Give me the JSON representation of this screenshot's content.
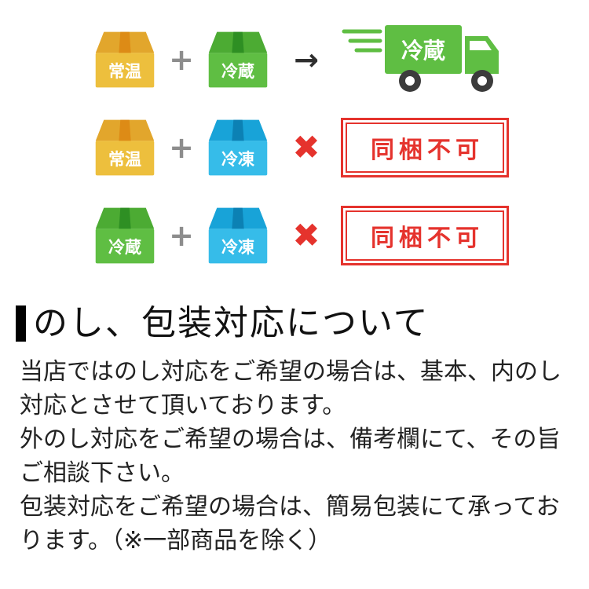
{
  "diagram": {
    "rows": [
      {
        "box1": {
          "label": "常温",
          "type": "room-temperature",
          "color": "#edbf3d"
        },
        "operator": "+",
        "box2": {
          "label": "冷蔵",
          "type": "refrigerated",
          "color": "#5fbe43"
        },
        "connector": "→",
        "result": {
          "kind": "truck",
          "label": "冷蔵"
        }
      },
      {
        "box1": {
          "label": "常温",
          "type": "room-temperature",
          "color": "#edbf3d"
        },
        "operator": "+",
        "box2": {
          "label": "冷凍",
          "type": "frozen",
          "color": "#36bce9"
        },
        "connector": "✖",
        "result": {
          "kind": "stamp",
          "label": "同梱不可"
        }
      },
      {
        "box1": {
          "label": "冷蔵",
          "type": "refrigerated",
          "color": "#5fbe43"
        },
        "operator": "+",
        "box2": {
          "label": "冷凍",
          "type": "frozen",
          "color": "#36bce9"
        },
        "connector": "✖",
        "result": {
          "kind": "stamp",
          "label": "同梱不可"
        }
      }
    ]
  },
  "section": {
    "title": "のし、包装対応について",
    "paragraphs": [
      "当店ではのし対応をご希望の場合は、基本、内のし対応とさせて頂いております。",
      "外のし対応をご希望の場合は、備考欄にて、その旨ご相談下さい。",
      "包装対応をご希望の場合は、簡易包装にて承っております。（※一部商品を除く）"
    ]
  },
  "colors": {
    "box_yellow": "#edbf3d",
    "box_green": "#5fbe43",
    "box_blue": "#36bce9",
    "stamp_red": "#e5332d",
    "plus_gray": "#8d8d8d",
    "arrow_black": "#2f2f2f",
    "text": "#222222",
    "background": "#ffffff"
  }
}
